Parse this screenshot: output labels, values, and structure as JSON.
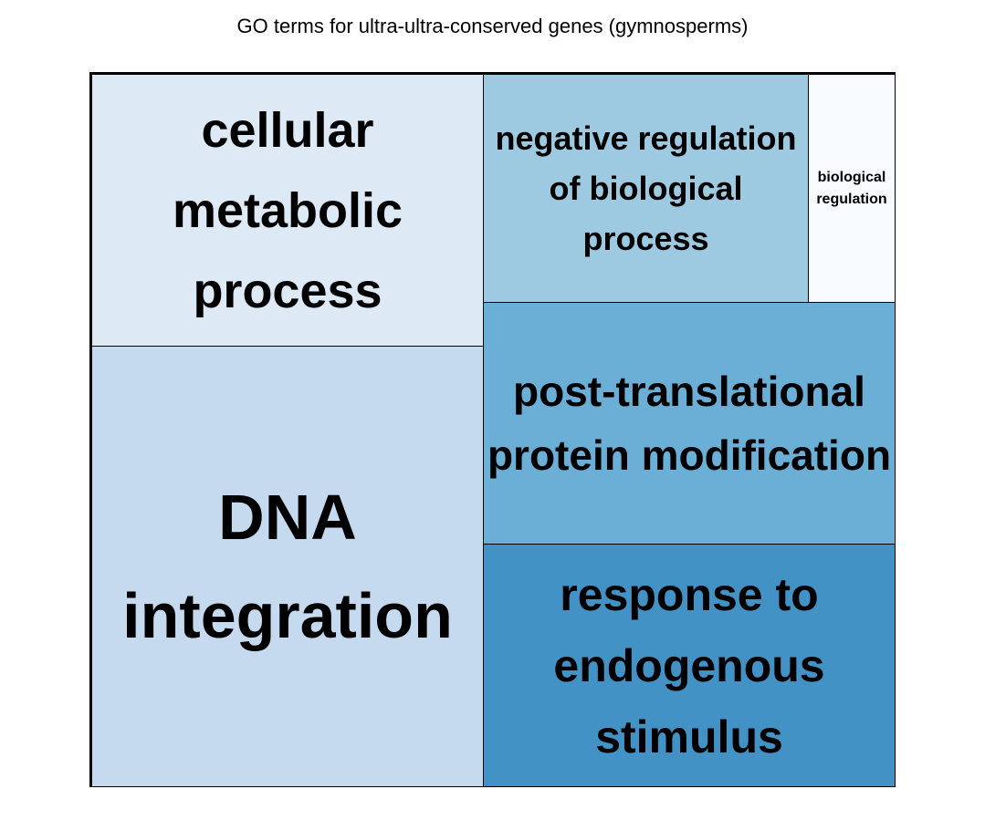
{
  "chart_data": {
    "type": "treemap",
    "title": "GO terms for ultra-ultra-conserved genes (gymnosperms)",
    "tiles": [
      {
        "label": "cellular metabolic process",
        "color": "#dee9f6"
      },
      {
        "label": "DNA integration",
        "color": "#c6daef"
      },
      {
        "label": "negative regulation of biological process",
        "color": "#9dcae1"
      },
      {
        "label": "biological regulation",
        "color": "#f7fbff"
      },
      {
        "label": "post-translational protein modification",
        "color": "#6baed6"
      },
      {
        "label": "response to endogenous stimulus",
        "color": "#4292c6"
      }
    ]
  }
}
